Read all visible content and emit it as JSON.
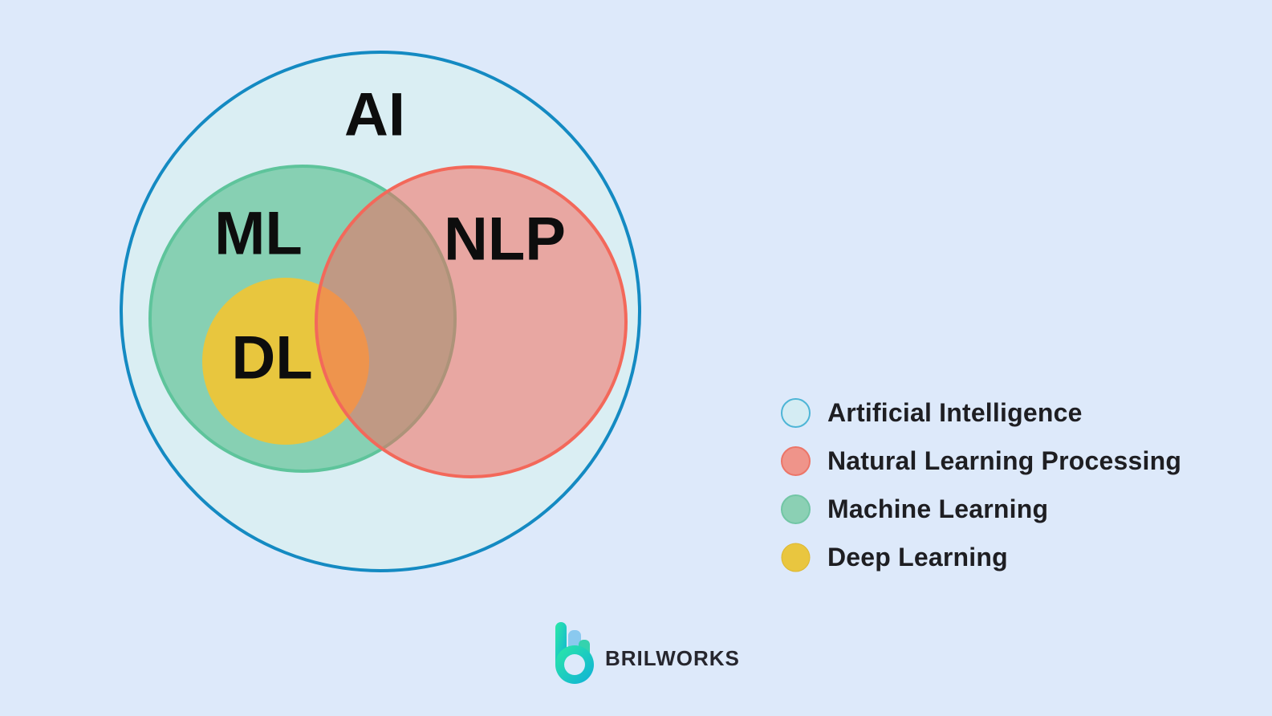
{
  "page": {
    "background_color": "#dde9fa"
  },
  "diagram": {
    "type": "venn",
    "label_color": "#0d0d0d",
    "sets": [
      {
        "id": "ai",
        "label": "AI",
        "full_name": "Artificial Intelligence",
        "fill": "#daeef3",
        "fill_opacity": "1",
        "stroke": "#148ac2",
        "contains": [
          "ml",
          "nlp",
          "dl"
        ]
      },
      {
        "id": "ml",
        "label": "ML",
        "full_name": "Machine Learning",
        "fill": "#87d0b3",
        "fill_opacity": "1",
        "stroke": "#5ec49b",
        "contains": [
          "dl"
        ]
      },
      {
        "id": "dl",
        "label": "DL",
        "full_name": "Deep Learning",
        "fill": "#e8c63e",
        "fill_opacity": "1",
        "stroke": "none",
        "contains": []
      },
      {
        "id": "nlp",
        "label": "NLP",
        "full_name": "Natural Learning Processing",
        "fill": "#f3685a",
        "fill_opacity": "0.53",
        "stroke": "#f3685a",
        "overlaps": [
          "ml",
          "dl"
        ]
      }
    ]
  },
  "legend": {
    "text_color": "#1e1e22",
    "items": [
      {
        "label": "Artificial Intelligence",
        "fill": "#d4ecf3",
        "stroke": "#4db5d6"
      },
      {
        "label": "Natural Learning Processing",
        "fill": "#ef948a",
        "stroke": "#ec7568"
      },
      {
        "label": "Machine Learning",
        "fill": "#8bd0b4",
        "stroke": "#72c6a5"
      },
      {
        "label": "Deep Learning",
        "fill": "#e9c63f",
        "stroke": "#ddb72f"
      }
    ]
  },
  "logo": {
    "text": "BRILWORKS",
    "mark_colors": {
      "gradient_start": "#2ce9a6",
      "gradient_end": "#0fb0d8",
      "flag_light": "#8ac9ef",
      "flag_teal": "#35d2ae",
      "hole": "#dde9fa"
    }
  }
}
